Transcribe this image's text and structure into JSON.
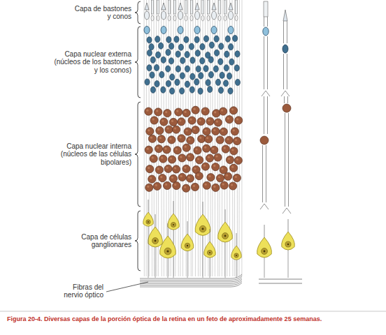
{
  "diagram": {
    "caption": "Figura 20-4. Diversas capas de la porción óptica de la retina en un feto de aproximadamente 25 semanas.",
    "labels": [
      "Capa de bastones y conos",
      "Capa nuclear externa (núcleos de los bastones y los conos)",
      "Capa nuclear interna (núcleos de las células bipolares)",
      "Capa de células ganglionares",
      "Fibras del nervio óptico"
    ]
  }
}
